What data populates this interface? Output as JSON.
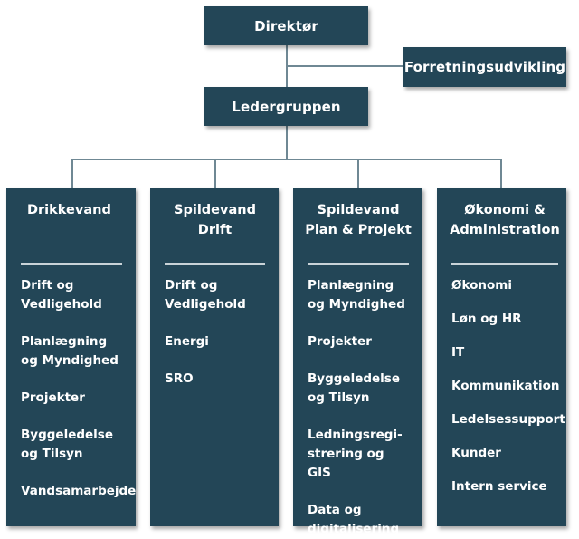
{
  "director": {
    "label": "Direktør"
  },
  "business_development": {
    "label": "Forretningsudvikling"
  },
  "management_group": {
    "label": "Ledergruppen"
  },
  "departments": [
    {
      "title": "Drikkevand",
      "items": [
        "Drift og\nVedligehold",
        "Planlægning\nog Myndighed",
        "Projekter",
        "Byggeledelse\nog Tilsyn",
        "Vandsamarbejde"
      ]
    },
    {
      "title": "Spildevand\nDrift",
      "items": [
        "Drift og\nVedligehold",
        "Energi",
        "SRO"
      ]
    },
    {
      "title": "Spildevand\nPlan & Projekt",
      "items": [
        "Planlægning\nog Myndighed",
        "Projekter",
        "Byggeledelse\nog Tilsyn",
        "Ledningsregi-\nstrering og GIS",
        "Data og\ndigitalisering"
      ]
    },
    {
      "title": "Økonomi &\nAdministration",
      "items": [
        "Økonomi",
        "Løn og HR",
        "IT",
        "Kommunikation",
        "Ledelsessupport",
        "Kunder",
        "Intern service"
      ]
    }
  ],
  "colors": {
    "box": "#234657",
    "text": "#ffffff",
    "connector": "#6f8894",
    "divider": "#c9d3d8"
  }
}
